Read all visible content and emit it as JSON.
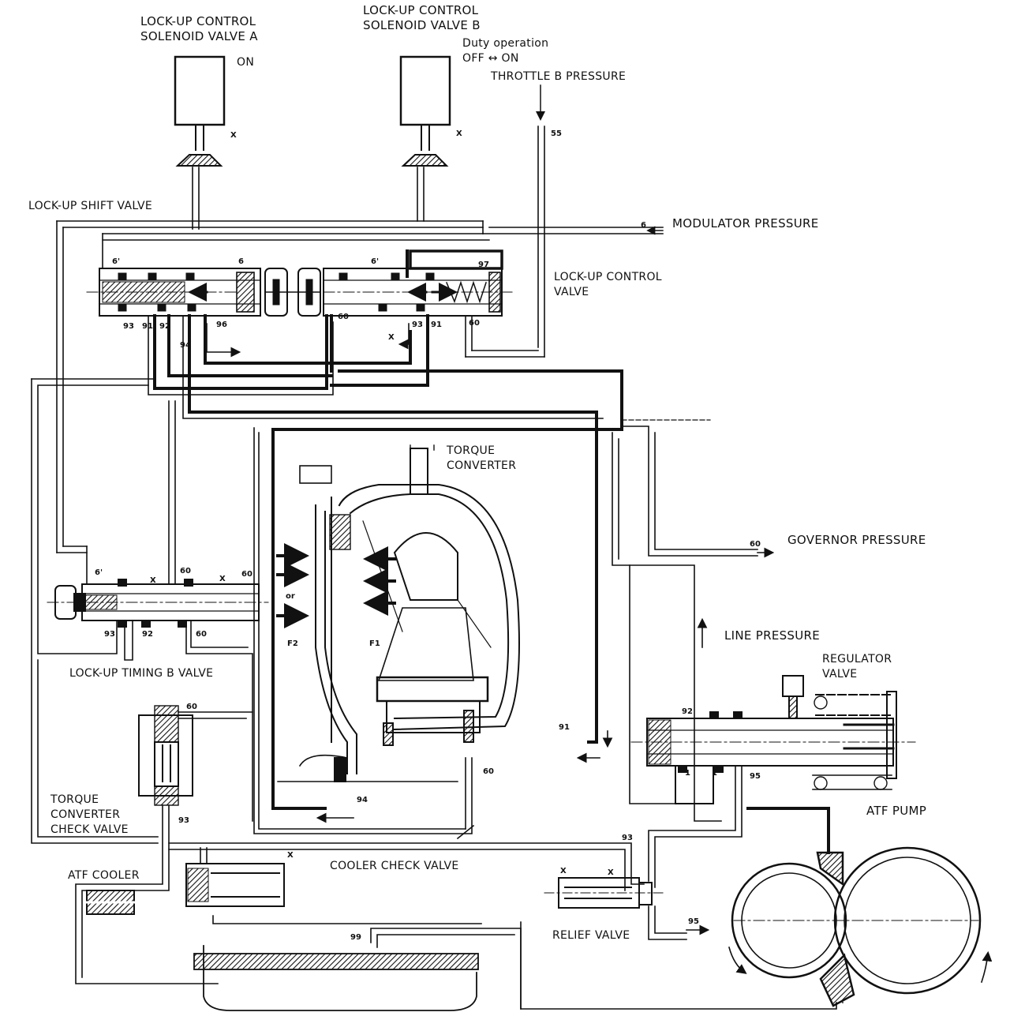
{
  "labels": {
    "solenoid_a_l1": "LOCK-UP CONTROL",
    "solenoid_a_l2": "SOLENOID VALVE A",
    "solenoid_a_state": "ON",
    "solenoid_b_l1": "LOCK-UP CONTROL",
    "solenoid_b_l2": "SOLENOID VALVE B",
    "duty_l1": "Duty operation",
    "duty_l2": "OFF ↔ ON",
    "throttle": "THROTTLE B PRESSURE",
    "shift_valve": "LOCK-UP SHIFT VALVE",
    "modulator": "MODULATOR PRESSURE",
    "control_valve_l1": "LOCK-UP CONTROL",
    "control_valve_l2": "VALVE",
    "torque_l1": "TORQUE",
    "torque_l2": "CONVERTER",
    "governor": "GOVERNOR PRESSURE",
    "line_pressure": "LINE PRESSURE",
    "regulator_l1": "REGULATOR",
    "regulator_l2": "VALVE",
    "timing_valve": "LOCK-UP TIMING B VALVE",
    "check_valve_l1": "TORQUE",
    "check_valve_l2": "CONVERTER",
    "check_valve_l3": "CHECK VALVE",
    "atf_pump": "ATF PUMP",
    "atf_cooler": "ATF COOLER",
    "cooler_check": "COOLER CHECK VALVE",
    "relief": "RELIEF VALVE"
  },
  "markers": {
    "x": "X",
    "or": "or",
    "f1": "F1",
    "f2": "F2",
    "p6": "6",
    "p6p": "6'",
    "p55": "55",
    "p60": "60",
    "p91": "91",
    "p92": "92",
    "p93": "93",
    "p94": "94",
    "p95": "95",
    "p96": "96",
    "p97": "97",
    "p99": "99",
    "p1": "1"
  }
}
